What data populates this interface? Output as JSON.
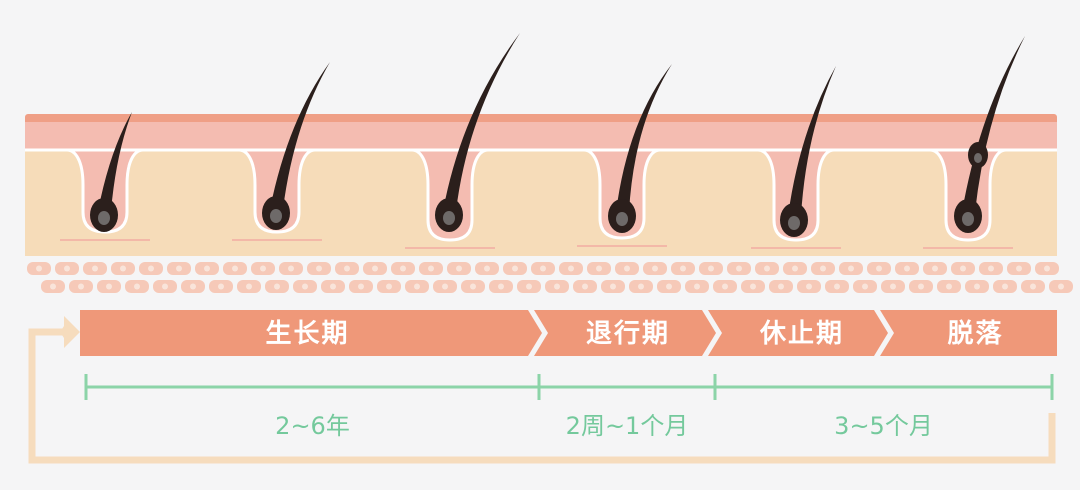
{
  "colors": {
    "background": "#f5f5f6",
    "epidermis": "#f4bcb1",
    "epidermis_top": "#ef9f86",
    "dermis": "#f6dcb9",
    "outline": "#ffffff",
    "hair": "#2b1f1c",
    "bulb_core": "#6e6a69",
    "cells": "#f6c9b8",
    "phase_bar": "#ef9879",
    "timeline": "#8cd4a8",
    "duration_text": "#74c99c",
    "cycle_arrow": "#f6dcbd"
  },
  "diagram": {
    "title": "Hair growth cycle",
    "stages": [
      {
        "name": "growth-stage-early",
        "hair_length": "short"
      },
      {
        "name": "growth-stage-mid",
        "hair_length": "medium"
      },
      {
        "name": "growth-stage-full",
        "hair_length": "long"
      },
      {
        "name": "catagen-stage",
        "hair_length": "long"
      },
      {
        "name": "telogen-stage",
        "hair_length": "long"
      },
      {
        "name": "shedding-stage",
        "hair_length": "long"
      }
    ]
  },
  "phases": [
    {
      "label": "生长期"
    },
    {
      "label": "退行期"
    },
    {
      "label": "休止期"
    },
    {
      "label": "脱落"
    }
  ],
  "durations": [
    {
      "label": "2~6年"
    },
    {
      "label": "2周~1个月"
    },
    {
      "label": "3~5个月"
    }
  ],
  "icons": {
    "cycle": "cycle-arrow-icon"
  }
}
